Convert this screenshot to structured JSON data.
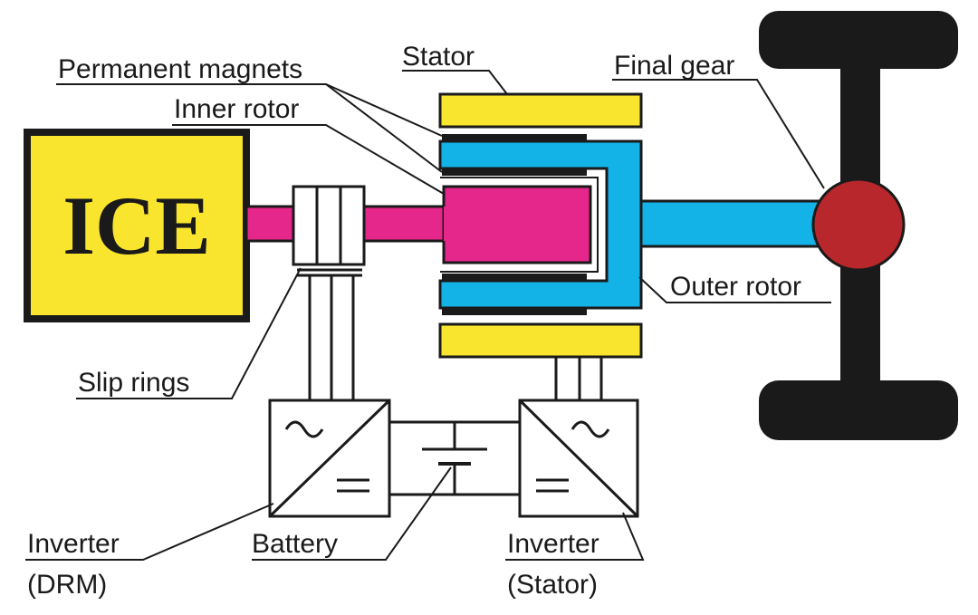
{
  "labels": {
    "ice": "ICE",
    "permanent_magnets": "Permanent magnets",
    "stator": "Stator",
    "final_gear": "Final gear",
    "inner_rotor": "Inner rotor",
    "outer_rotor": "Outer rotor",
    "slip_rings": "Slip rings",
    "inverter_drm_line1": "Inverter",
    "inverter_drm_line2": "(DRM)",
    "battery": "Battery",
    "inverter_stator_line1": "Inverter",
    "inverter_stator_line2": "(Stator)"
  },
  "colors": {
    "ice_fill": "#f9e52d",
    "stator_fill": "#f9e52d",
    "inner_rotor_fill": "#e5268a",
    "outer_rotor_fill": "#13b3e8",
    "final_gear_fill": "#b8272c",
    "outline": "#1a1a1a"
  }
}
